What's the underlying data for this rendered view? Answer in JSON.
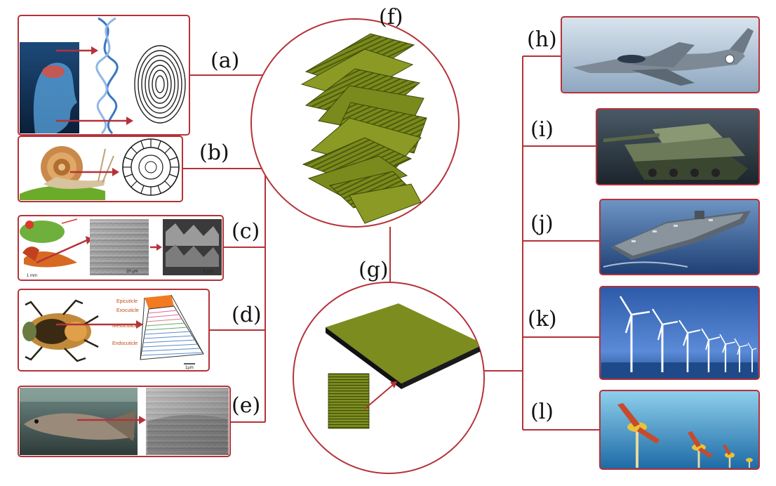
{
  "labels": {
    "a": "(a)",
    "b": "(b)",
    "c": "(c)",
    "d": "(d)",
    "e": "(e)",
    "f": "(f)",
    "g": "(g)",
    "h": "(h)",
    "i": "(i)",
    "j": "(j)",
    "k": "(k)",
    "l": "(l)"
  },
  "panel_d_layers": {
    "epicuticle": "Epicuticle",
    "exocuticle": "Exocuticle",
    "mesocuticle": "Mesocuticle",
    "endocuticle": "Endocuticle",
    "scale": "1μm"
  },
  "colors": {
    "frame": "#b5323a",
    "connector": "#b5323a",
    "fiber": "#7a8a1c",
    "fiber_light": "#9bab2c",
    "fiber_dark": "#4f5c0e",
    "text": "#111111"
  },
  "icons": {
    "a": [
      "head-silhouette-icon",
      "dna-helix-icon",
      "fingerprint-icon"
    ],
    "b": [
      "snail-icon",
      "ammonite-shell-icon"
    ],
    "c": [
      "mantis-shrimp-icon",
      "micrograph-icon"
    ],
    "d": [
      "beetle-icon",
      "cuticle-pyramid-icon"
    ],
    "e": [
      "fish-icon",
      "micrograph-icon"
    ],
    "h": [
      "fighter-jet-icon"
    ],
    "i": [
      "tank-icon"
    ],
    "j": [
      "aircraft-carrier-icon"
    ],
    "k": [
      "wind-turbine-icon"
    ],
    "l": [
      "tidal-turbine-icon"
    ]
  }
}
